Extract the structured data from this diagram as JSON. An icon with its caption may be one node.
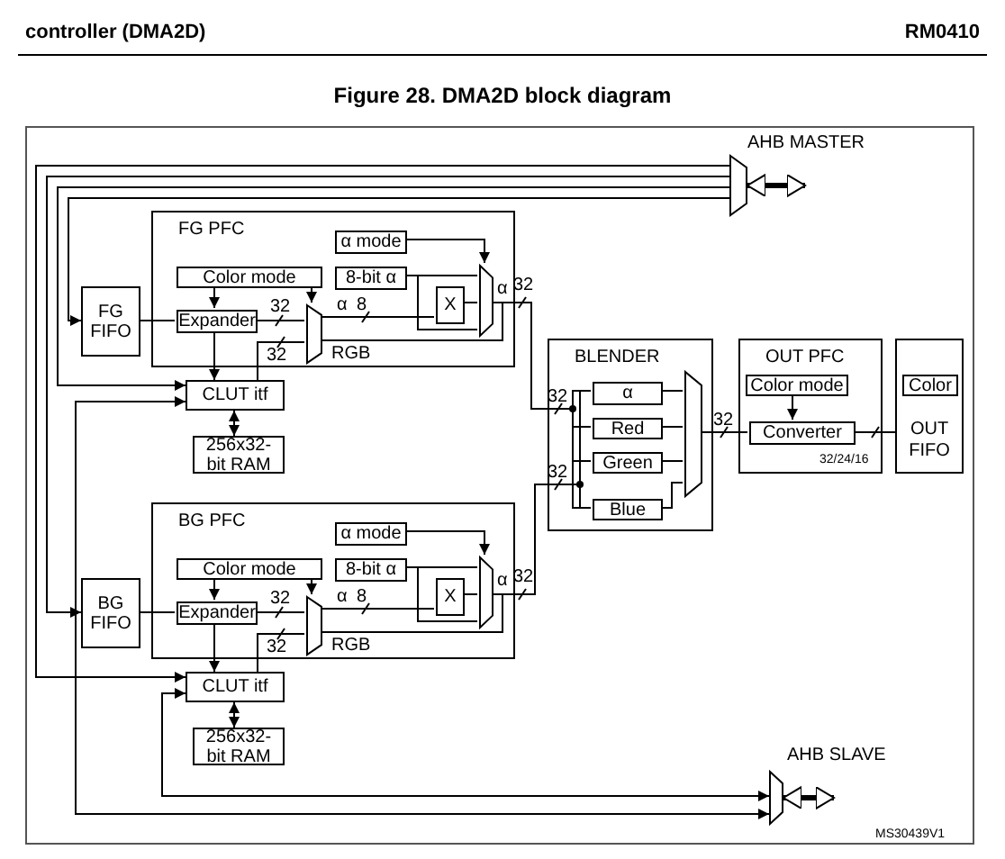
{
  "diagram": {
    "title": "Figure 28. DMA2D block diagram",
    "nodes": [
      {
        "text": [
          "AHB MASTER"
        ]
      },
      {
        "text": [
          "FG PFC"
        ]
      },
      {
        "text": [
          "α mode"
        ],
        "in": 1
      },
      {
        "text": [
          "8-bit α"
        ],
        "in": 1
      },
      {
        "text": [
          "Color mode"
        ],
        "in": 1
      },
      {
        "text": [
          "Expander"
        ],
        "in": 1
      },
      {
        "text": [],
        "shape": "trapezoid",
        "in": 1
      },
      {
        "text": [
          "X"
        ],
        "in": 1
      },
      {
        "text": [],
        "shape": "trapezoid",
        "in": 1
      },
      {
        "text": [
          "FG FIFO"
        ]
      },
      {
        "text": [
          "CLUT itf"
        ]
      },
      {
        "text": [
          "256x32-bit RAM"
        ]
      },
      {
        "text": [
          "BLENDER"
        ]
      },
      {
        "text": [
          "α"
        ],
        "in": 12
      },
      {
        "text": [
          "Red"
        ],
        "in": 12
      },
      {
        "text": [
          "Green"
        ],
        "in": 12
      },
      {
        "text": [
          "Blue"
        ],
        "in": 12
      },
      {
        "text": [],
        "shape": "trapezoid",
        "in": 12
      },
      {
        "text": [
          "OUT PFC"
        ]
      },
      {
        "text": [
          "Color mode"
        ],
        "in": 18
      },
      {
        "text": [
          "Converter"
        ],
        "in": 18
      },
      {
        "text": [
          "OUT FIFO"
        ]
      },
      {
        "text": [
          "Color"
        ],
        "in": 21
      },
      {
        "text": [
          "BG PFC"
        ]
      },
      {
        "text": [
          "α mode"
        ],
        "in": 23
      },
      {
        "text": [
          "8-bit α"
        ],
        "in": 23
      },
      {
        "text": [
          "Color mode"
        ],
        "in": 23
      },
      {
        "text": [
          "Expander"
        ],
        "in": 23
      },
      {
        "text": [],
        "shape": "trapezoid",
        "in": 23
      },
      {
        "text": [
          "X"
        ],
        "in": 23
      },
      {
        "text": [],
        "shape": "trapezoid",
        "in": 23
      },
      {
        "text": [
          "BG FIFO"
        ]
      },
      {
        "text": [
          "CLUT itf"
        ]
      },
      {
        "text": [
          "256x32-bit RAM"
        ]
      },
      {
        "text": [
          "AHB SLAVE"
        ]
      }
    ],
    "edges": [
      {
        "from": 9,
        "to": 5,
        "arrow": "none"
      },
      {
        "from": 4,
        "to": 5,
        "arrow": "to"
      },
      {
        "from": 4,
        "to": 6,
        "arrow": "to"
      },
      {
        "from": 5,
        "to": 6,
        "arrow": "none",
        "label": "32"
      },
      {
        "from": 5,
        "to": 10,
        "arrow": "to"
      },
      {
        "from": 10,
        "to": 6,
        "arrow": "none",
        "label": "32"
      },
      {
        "from": 6,
        "to": 7,
        "arrow": "none",
        "label": "8"
      },
      {
        "from": 3,
        "to": 8,
        "arrow": "none"
      },
      {
        "from": 3,
        "to": 8,
        "arrow": "none"
      },
      {
        "from": 7,
        "to": 8,
        "arrow": "none"
      },
      {
        "from": 2,
        "to": 8,
        "arrow": "to"
      },
      {
        "from": 8,
        "to": 13,
        "arrow": "none",
        "label": "32"
      },
      {
        "from": 6,
        "to": 14,
        "arrow": "none",
        "label": "32"
      },
      {
        "from": 6,
        "to": 15,
        "arrow": "none"
      },
      {
        "from": 6,
        "to": 16,
        "arrow": "none"
      },
      {
        "from": 11,
        "to": 10,
        "arrow": "both"
      },
      {
        "from": 31,
        "to": 27,
        "arrow": "none"
      },
      {
        "from": 26,
        "to": 27,
        "arrow": "to"
      },
      {
        "from": 26,
        "to": 28,
        "arrow": "to"
      },
      {
        "from": 27,
        "to": 28,
        "arrow": "none",
        "label": "32"
      },
      {
        "from": 27,
        "to": 32,
        "arrow": "to"
      },
      {
        "from": 32,
        "to": 28,
        "arrow": "none",
        "label": "32"
      },
      {
        "from": 28,
        "to": 29,
        "arrow": "none",
        "label": "8"
      },
      {
        "from": 25,
        "to": 30,
        "arrow": "none"
      },
      {
        "from": 25,
        "to": 30,
        "arrow": "none"
      },
      {
        "from": 29,
        "to": 30,
        "arrow": "none"
      },
      {
        "from": 24,
        "to": 30,
        "arrow": "to"
      },
      {
        "from": 30,
        "to": 13,
        "arrow": "none",
        "label": "32"
      },
      {
        "from": 28,
        "to": 14,
        "arrow": "none",
        "label": "32"
      },
      {
        "from": 28,
        "to": 15,
        "arrow": "none"
      },
      {
        "from": 28,
        "to": 16,
        "arrow": "none"
      },
      {
        "from": 33,
        "to": 32,
        "arrow": "both"
      },
      {
        "from": 13,
        "to": 17,
        "arrow": "none"
      },
      {
        "from": 14,
        "to": 17,
        "arrow": "none"
      },
      {
        "from": 15,
        "to": 17,
        "arrow": "none"
      },
      {
        "from": 16,
        "to": 17,
        "arrow": "none"
      },
      {
        "from": 17,
        "to": 20,
        "arrow": "none",
        "label": "32"
      },
      {
        "from": 19,
        "to": 20,
        "arrow": "to"
      },
      {
        "from": 20,
        "to": 21,
        "arrow": "none"
      },
      {
        "from": 0,
        "to": 32,
        "arrow": "to"
      },
      {
        "from": 0,
        "to": 31,
        "arrow": "to"
      },
      {
        "from": 0,
        "to": 10,
        "arrow": "to"
      },
      {
        "from": 0,
        "to": 9,
        "arrow": "to"
      },
      {
        "from": 10,
        "to": 34,
        "arrow": "both"
      },
      {
        "from": 32,
        "to": 34,
        "arrow": "both"
      },
      {
        "from": 0,
        "to": null,
        "arrow": "both",
        "style": "thick"
      },
      {
        "from": 34,
        "to": null,
        "arrow": "both",
        "style": "thick"
      }
    ],
    "labels": [
      "controller (DMA2D)",
      "RM0410",
      "α",
      "α",
      "RGB",
      "α",
      "α",
      "RGB",
      "32/24/16",
      "MS30439V1"
    ]
  }
}
